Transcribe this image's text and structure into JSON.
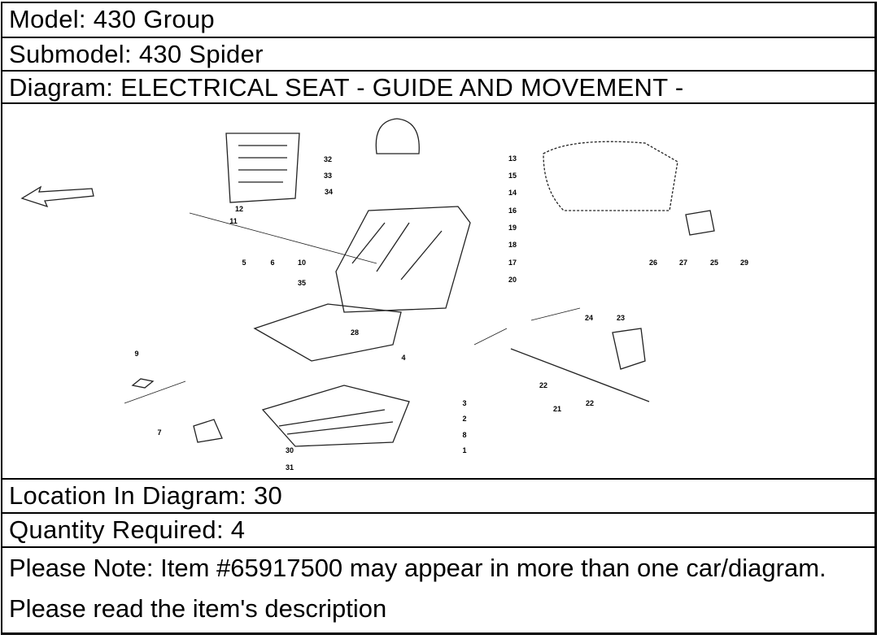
{
  "model": "Model: 430 Group",
  "submodel": "Submodel: 430 Spider",
  "diagram_title": "Diagram: ELECTRICAL SEAT - GUIDE AND MOVEMENT -",
  "location": "Location In Diagram: 30",
  "quantity": "Quantity Required: 4",
  "note": "Please Note: Item #65917500 may appear in more than one car/diagram. Please read the item's description",
  "callouts": [
    "13",
    "15",
    "14",
    "16",
    "19",
    "18",
    "17",
    "20",
    "32",
    "33",
    "34",
    "12",
    "11",
    "5",
    "6",
    "10",
    "35",
    "28",
    "4",
    "9",
    "7",
    "3",
    "2",
    "8",
    "1",
    "30",
    "31",
    "22",
    "21",
    "22",
    "24",
    "23",
    "26",
    "27",
    "25",
    "29"
  ]
}
